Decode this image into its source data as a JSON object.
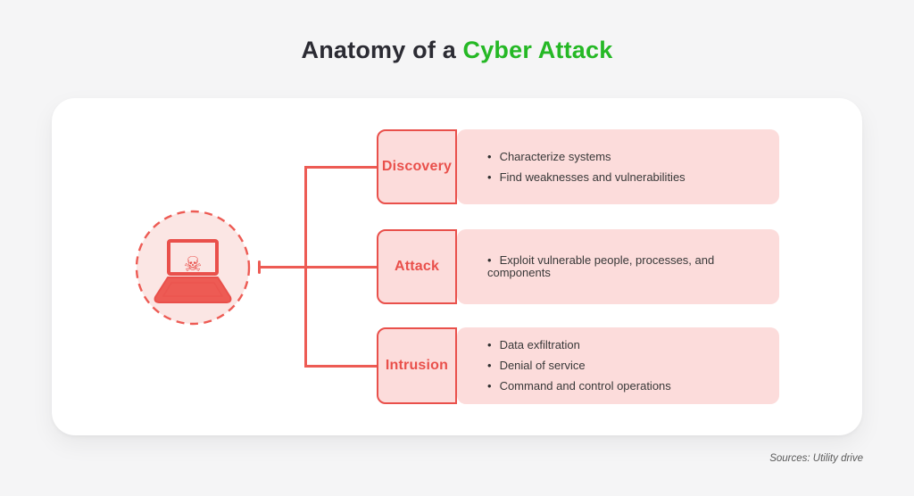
{
  "title": {
    "prefix": "Anatomy of a",
    "highlight": "Cyber Attack"
  },
  "steps": [
    {
      "label": "Discovery",
      "bullets": [
        "Characterize systems",
        "Find weaknesses and vulnerabilities"
      ]
    },
    {
      "label": "Attack",
      "bullets": [
        "Exploit vulnerable people, processes, and components"
      ]
    },
    {
      "label": "Intrusion",
      "bullets": [
        "Data exfiltration",
        "Denial of service",
        "Command and control operations"
      ]
    }
  ],
  "footer": {
    "source": "Sources: Utility drive"
  },
  "icons": {
    "skull_glyph": "☠"
  },
  "colors": {
    "red": "#e9504b",
    "red_light": "#ed5b54",
    "pink": "#fcdcdb",
    "pink_soft": "#fbe6e4",
    "green": "#25b825",
    "ink": "#2b2b33",
    "text": "#383838",
    "muted": "#5a5a5a",
    "bg": "#f5f5f6",
    "card": "#ffffff"
  }
}
